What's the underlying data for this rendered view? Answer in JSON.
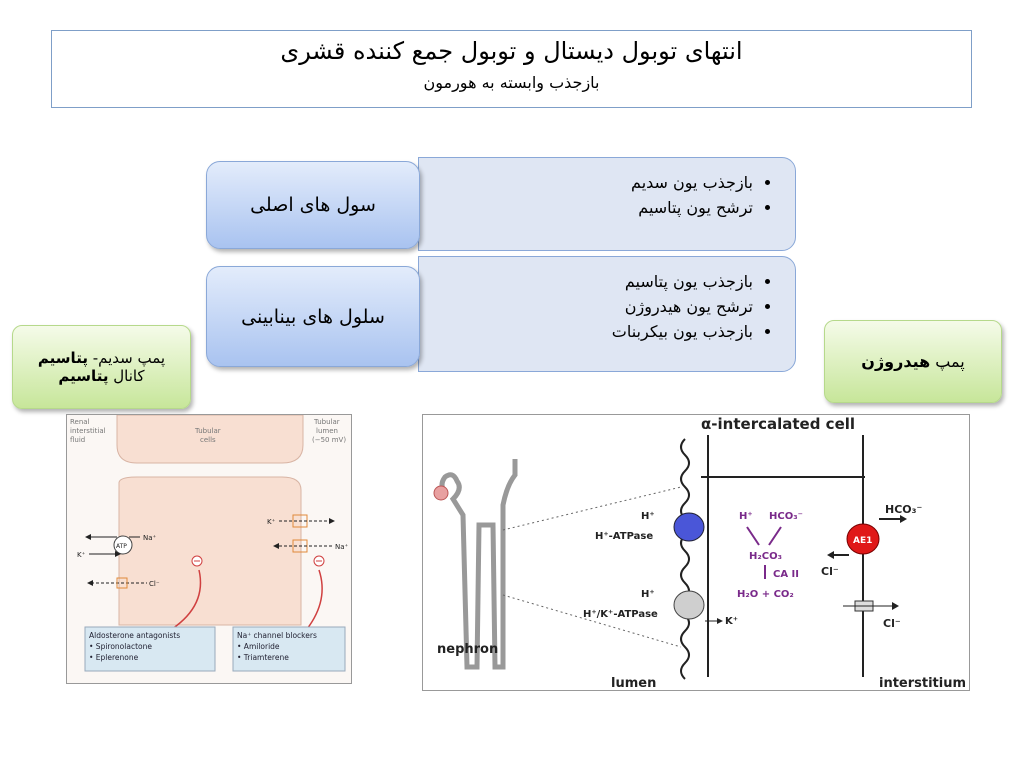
{
  "header": {
    "title": "انتهای توبول دیستال و توبول جمع کننده قشری",
    "subtitle": "بازجذب وابسته به هورمون"
  },
  "principal": {
    "label": "سول های اصلی",
    "items": [
      "بازجذب یون سدیم",
      "ترشح یون پتاسیم"
    ]
  },
  "intercalated": {
    "label": "سلول های بینابینی",
    "items": [
      "بازجذب یون پتاسیم",
      "ترشح یون هیدروژن",
      "بازجذب یون بیکربنات"
    ]
  },
  "left_note": {
    "line1_a": "پمپ سدیم- ",
    "line1_b": "پتاسیم",
    "line2_a": "کانال ",
    "line2_b": "پتاسیم"
  },
  "right_note": {
    "a": "پمپ ",
    "b": "هیدروژن"
  },
  "figure_left": {
    "renal_fluid": [
      "Renal",
      "interstitial",
      "fluid"
    ],
    "tubular_cells": [
      "Tubular",
      "cells"
    ],
    "tubular_lumen": [
      "Tubular",
      "lumen",
      "(−50 mV)"
    ],
    "na": "Na⁺",
    "k": "K⁺",
    "atp": "ATP",
    "cl": "Cl⁻",
    "box1": [
      "Aldosterone antagonists",
      "• Spironolactone",
      "• Eplerenone"
    ],
    "box2": [
      "Na⁺ channel blockers",
      "• Amiloride",
      "• Triamterene"
    ]
  },
  "figure_right": {
    "title": "α-intercalated cell",
    "nephron": "nephron",
    "lumen": "lumen",
    "interstitium": "interstitium",
    "hplus": "H⁺",
    "h_atpase": "H⁺-ATPase",
    "hk_atpase": "H⁺/K⁺-ATPase",
    "kplus": "K⁺",
    "hco3": "HCO₃⁻",
    "h2co3": "H₂CO₃",
    "ca": "CA II",
    "h2o": "H₂O + CO₂",
    "ae1": "AE1",
    "cl": "Cl⁻"
  }
}
